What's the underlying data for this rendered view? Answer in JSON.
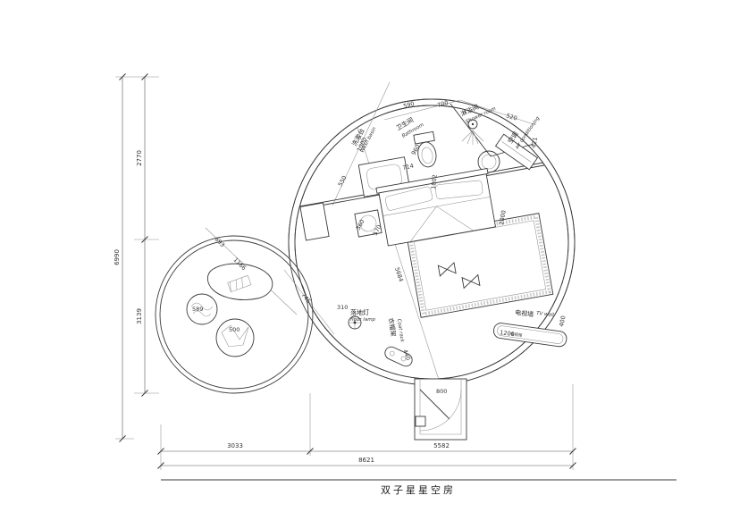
{
  "title": "双子星星空房",
  "labels": {
    "bathroom": {
      "cn": "卫生间",
      "en": "Bathroom"
    },
    "shower": {
      "cn": "淋浴间",
      "en": "Shower room"
    },
    "washbasin": {
      "cn": "洗漱台",
      "en": "Wash basin"
    },
    "ac": {
      "cn": "空调",
      "en": "air conditioning"
    },
    "floorlamp": {
      "cn": "落地灯",
      "en": "floor lamp"
    },
    "coatrack": {
      "cn": "衣帽架",
      "en": "Coat rack"
    },
    "tvwall": {
      "cn": "电视墙",
      "en": "TV wall"
    },
    "tvcabinet": {
      "cn": "电视柜"
    }
  },
  "dims": {
    "h_total": "6990",
    "h_top": "2770",
    "h_bottom": "3139",
    "w_left": "3033",
    "w_right": "5582",
    "w_total": "8621",
    "d590": "590",
    "d700": "700",
    "d520": "520",
    "d421": "421",
    "d960": "960",
    "d714": "714",
    "d1002": "1002",
    "d1000": "1000",
    "d550": "550",
    "d360": "360",
    "d570": "570",
    "d2000": "2000",
    "d5684": "5684",
    "d693": "693",
    "d1166": "1166",
    "d745": "745",
    "d589": "589",
    "d500": "500",
    "d310": "310",
    "d440": "440",
    "d1200": "1200",
    "d400": "400",
    "d800": "800"
  }
}
